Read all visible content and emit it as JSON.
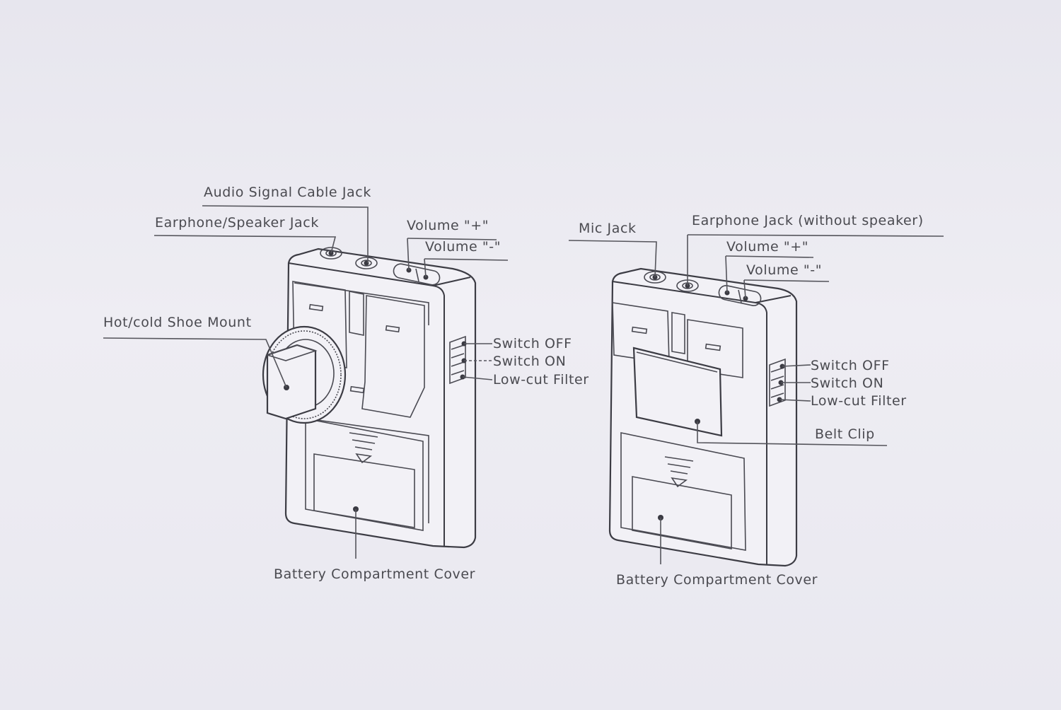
{
  "left_device": {
    "labels": {
      "audio_jack": "Audio Signal Cable Jack",
      "earphone_speaker_jack": "Earphone/Speaker Jack",
      "volume_plus": "Volume \"+\"",
      "volume_minus": "Volume \"-\"",
      "shoe_mount": "Hot/cold Shoe Mount",
      "switch_off": "Switch OFF",
      "switch_on": "Switch ON",
      "low_cut": "Low-cut Filter",
      "battery_cover": "Battery Compartment Cover"
    }
  },
  "right_device": {
    "labels": {
      "mic_jack": "Mic Jack",
      "earphone_jack": "Earphone Jack (without speaker)",
      "volume_plus": "Volume \"+\"",
      "volume_minus": "Volume \"-\"",
      "switch_off": "Switch OFF",
      "switch_on": "Switch ON",
      "low_cut": "Low-cut Filter",
      "belt_clip": "Belt Clip",
      "battery_cover": "Battery Compartment Cover"
    }
  },
  "colors": {
    "paper": "#eceaf1",
    "line": "#3c3c44",
    "text": "#4a4a50"
  }
}
